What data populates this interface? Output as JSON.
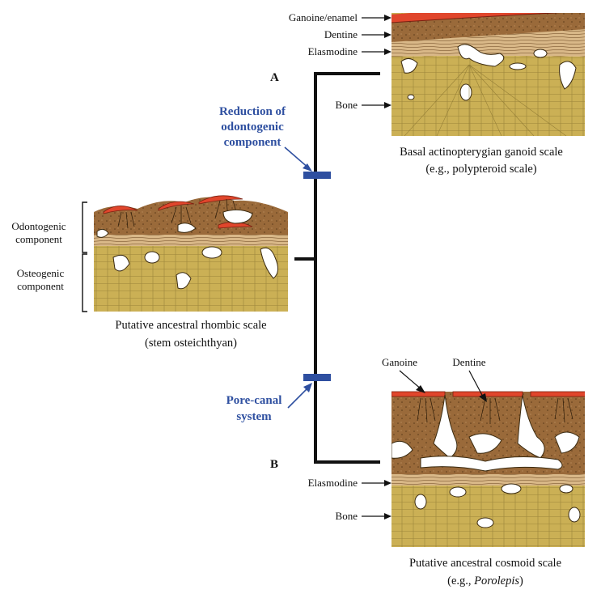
{
  "colors": {
    "enamel": "#e0462c",
    "dentine": "#9a6a3a",
    "elasmodine": "#d9b888",
    "bone": "#cbb055",
    "tree": "#111111",
    "accent_blue": "#2e4fa0"
  },
  "letters": {
    "a": "A",
    "b": "B"
  },
  "scale_a": {
    "labels": {
      "ganoine": "Ganoine/enamel",
      "dentine": "Dentine",
      "elasmodine": "Elasmodine",
      "bone": "Bone"
    },
    "caption_line1": "Basal actinopterygian ganoid scale",
    "caption_line2": "(e.g., polypteroid scale)"
  },
  "ancestral": {
    "bracket_top_line1": "Odontogenic",
    "bracket_top_line2": "component",
    "bracket_bottom_line1": "Osteogenic",
    "bracket_bottom_line2": "component",
    "caption_line1": "Putative ancestral rhombic scale",
    "caption_line2": "(stem osteichthyan)"
  },
  "scale_b": {
    "labels": {
      "ganoine": "Ganoine",
      "dentine": "Dentine",
      "elasmodine": "Elasmodine",
      "bone": "Bone"
    },
    "caption_line1": "Putative ancestral cosmoid scale",
    "caption_prefix": "(e.g., ",
    "caption_genus": "Porolepis",
    "caption_suffix": ")"
  },
  "transitions": {
    "upper_line1": "Reduction of",
    "upper_line2": "odontogenic",
    "upper_line3": "component",
    "lower_line1": "Pore-canal",
    "lower_line2": "system"
  }
}
